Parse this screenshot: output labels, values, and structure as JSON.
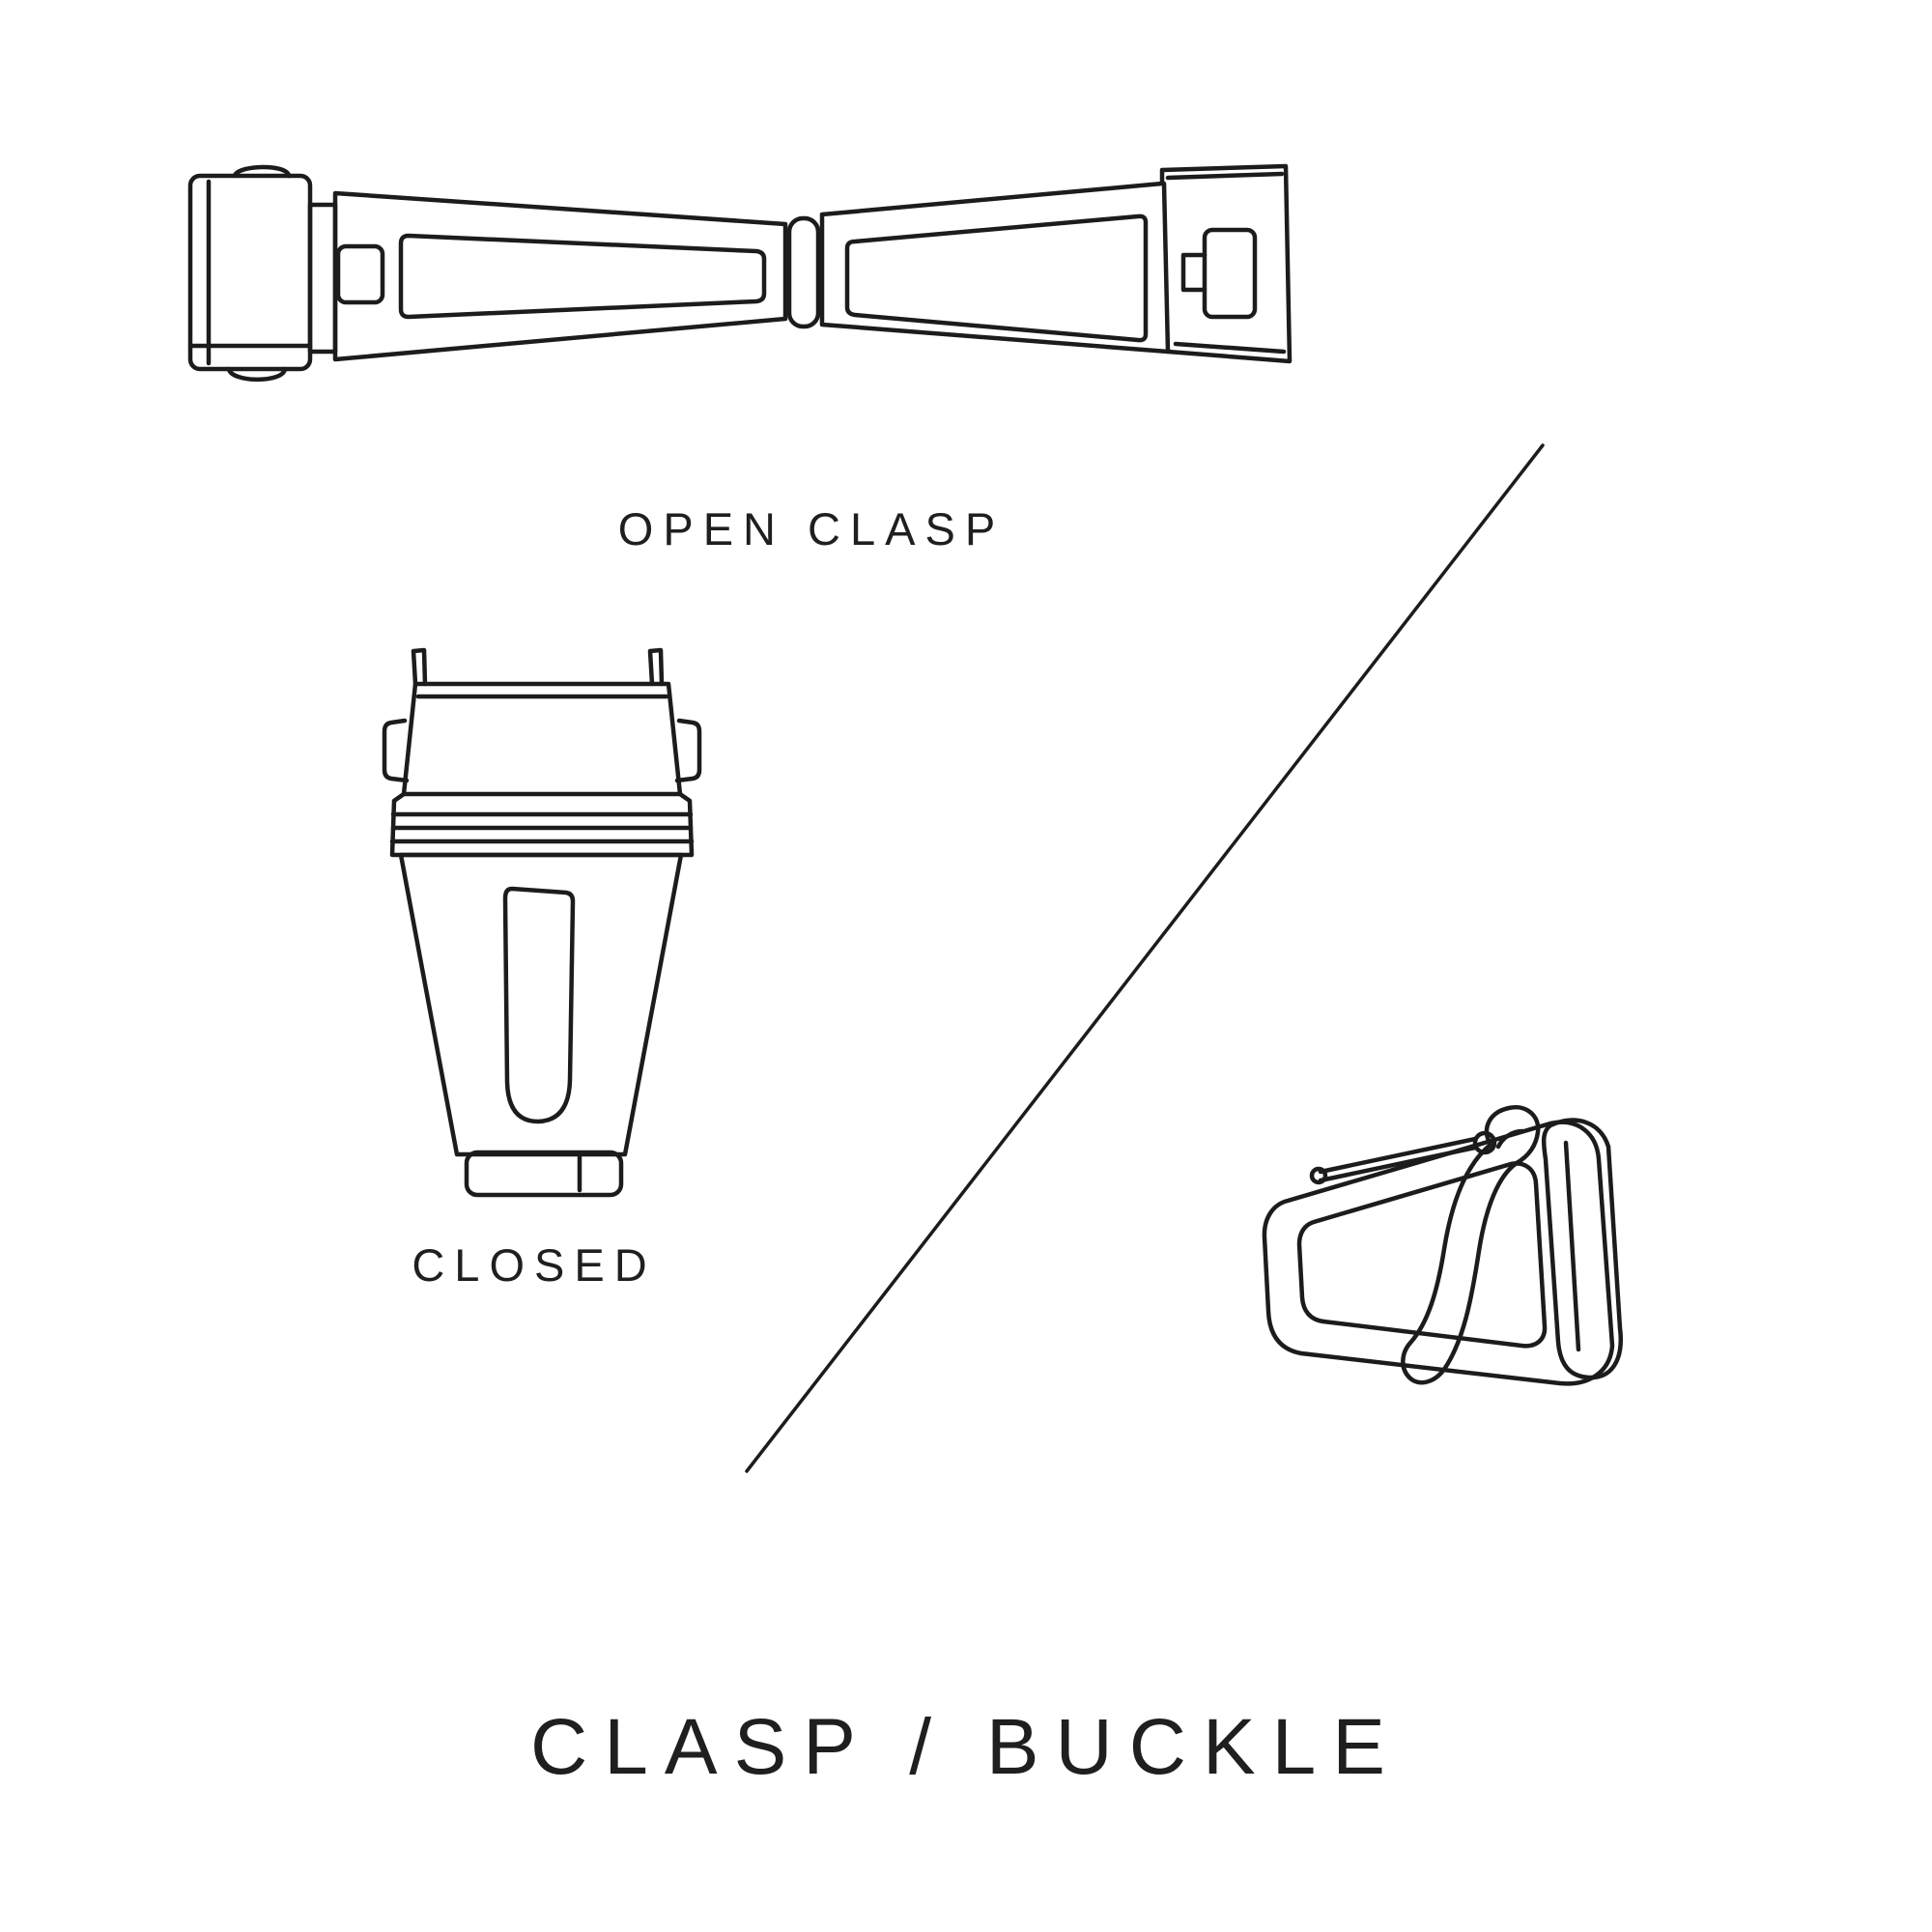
{
  "diagram": {
    "title": "CLASP / BUCKLE",
    "illustrations": [
      {
        "id": "open-clasp",
        "icon": "open-watch-clasp-line-drawing",
        "label": "OPEN CLASP"
      },
      {
        "id": "closed-clasp",
        "icon": "closed-watch-clasp-line-drawing",
        "label": "CLOSED"
      },
      {
        "id": "tang-buckle",
        "icon": "tang-buckle-line-drawing",
        "label": ""
      }
    ],
    "divider": {
      "type": "diagonal-line"
    }
  },
  "colors": {
    "background": "#ffffff",
    "line": "#1c1c1c",
    "text": "#1f1f1f"
  }
}
